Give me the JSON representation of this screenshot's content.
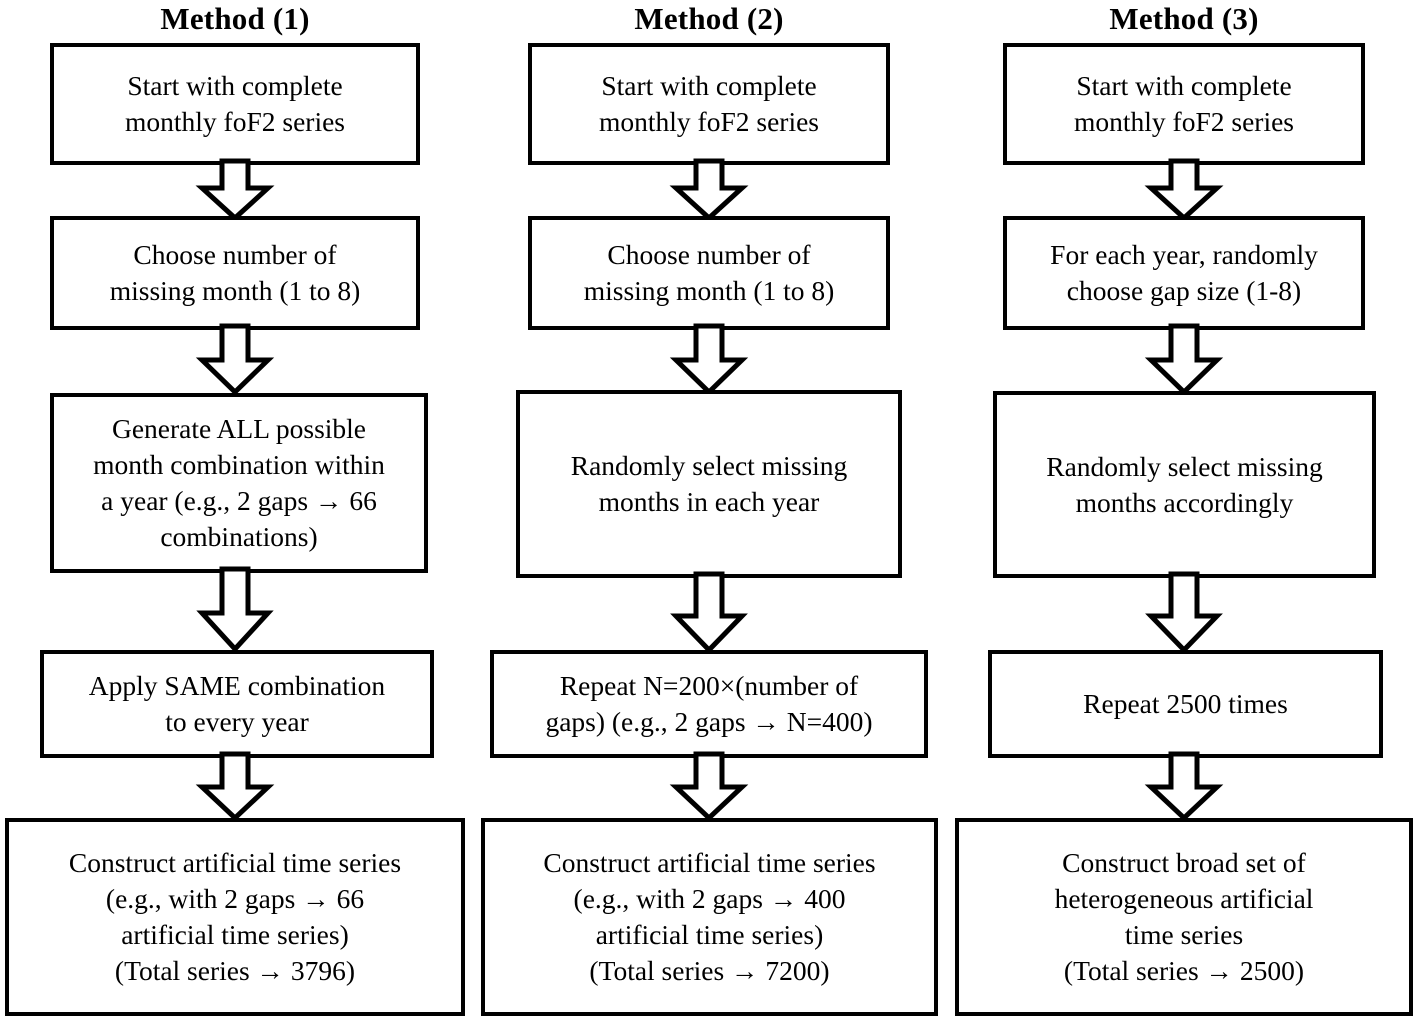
{
  "figure": {
    "type": "flowchart",
    "orientation": "three parallel vertical pipelines",
    "arrow_style": "hollow-block-down-arrow"
  },
  "columns": [
    {
      "title": "Method (1)",
      "steps": [
        {
          "id": "m1-s1",
          "label": "Start with complete\nmonthly foF2 series"
        },
        {
          "id": "m1-s2",
          "label": "Choose number of\nmissing month (1 to 8)"
        },
        {
          "id": "m1-s3",
          "label": "Generate ALL possible\nmonth combination within\na year (e.g., 2 gaps → 66\ncombinations)"
        },
        {
          "id": "m1-s4",
          "label": "Apply SAME combination\nto every year"
        },
        {
          "id": "m1-s5",
          "label": "Construct artificial time series\n(e.g., with 2 gaps → 66\nartificial time series)\n(Total series → 3796)"
        }
      ]
    },
    {
      "title": "Method (2)",
      "steps": [
        {
          "id": "m2-s1",
          "label": "Start with complete\nmonthly foF2 series"
        },
        {
          "id": "m2-s2",
          "label": "Choose number of\nmissing month (1 to 8)"
        },
        {
          "id": "m2-s3",
          "label": "Randomly select missing\nmonths in each year"
        },
        {
          "id": "m2-s4",
          "label": "Repeat N=200×(number of\ngaps) (e.g., 2 gaps → N=400)"
        },
        {
          "id": "m2-s5",
          "label": "Construct artificial time series\n(e.g., with 2 gaps → 400\nartificial time series)\n(Total series → 7200)"
        }
      ]
    },
    {
      "title": "Method (3)",
      "steps": [
        {
          "id": "m3-s1",
          "label": "Start with complete\nmonthly foF2 series"
        },
        {
          "id": "m3-s2",
          "label": "For each year, randomly\nchoose gap size (1-8)"
        },
        {
          "id": "m3-s3",
          "label": "Randomly select missing\nmonths accordingly"
        },
        {
          "id": "m3-s4",
          "label": "Repeat 2500 times"
        },
        {
          "id": "m3-s5",
          "label": "Construct broad set of\nheterogeneous artificial\ntime series\n(Total series → 2500)"
        }
      ]
    }
  ],
  "colors": {
    "stroke": "#000000",
    "fill": "#ffffff",
    "text": "#000000"
  }
}
